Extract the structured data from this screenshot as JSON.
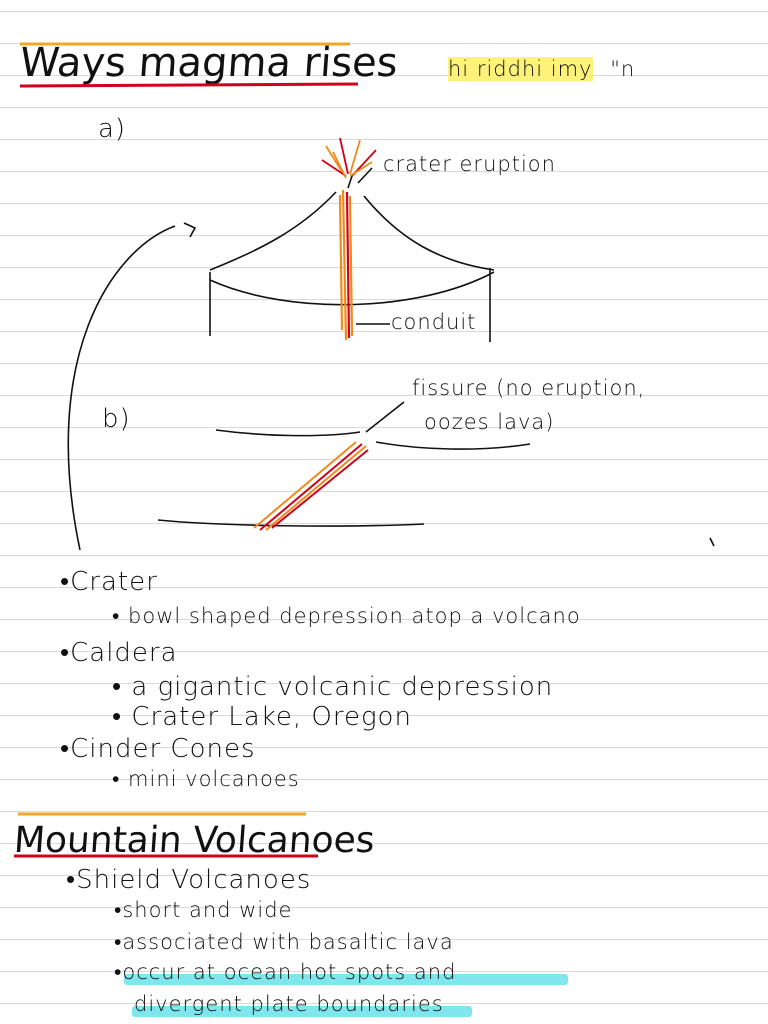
{
  "title": "Ways magma rises",
  "greeting": "hi riddhi imy",
  "greeting_emoji": "\"n",
  "diagram_a": {
    "marker": "a)",
    "labels": {
      "crater": "crater eruption",
      "conduit": "conduit"
    }
  },
  "diagram_b": {
    "marker": "b)",
    "labels": {
      "line1": "fissure (no eruption,",
      "line2": "oozes lava)"
    }
  },
  "bullets": [
    {
      "label": "Crater",
      "subs": [
        "bowl shaped depression atop a volcano"
      ]
    },
    {
      "label": "Caldera",
      "subs": [
        "a gigantic volcanic depression",
        "Crater Lake, Oregon"
      ]
    },
    {
      "label": "Cinder Cones",
      "subs": [
        "mini volcanoes"
      ]
    }
  ],
  "section2": {
    "title": "Mountain Volcanoes",
    "item": "Shield Volcanoes",
    "subs": [
      "short and wide",
      "associated with basaltic lava",
      "occur at ocean hot spots and"
    ],
    "continuation": "divergent plate boundaries"
  },
  "colors": {
    "title_top_rule": "#f5a623",
    "title_underline": "#d0021b",
    "lava_orange": "#f08a1c",
    "lava_red": "#d0021b",
    "highlight_yellow": "#fff27a",
    "highlight_blue": "#7fe6ee",
    "ruled_line": "#d9d9d9"
  }
}
